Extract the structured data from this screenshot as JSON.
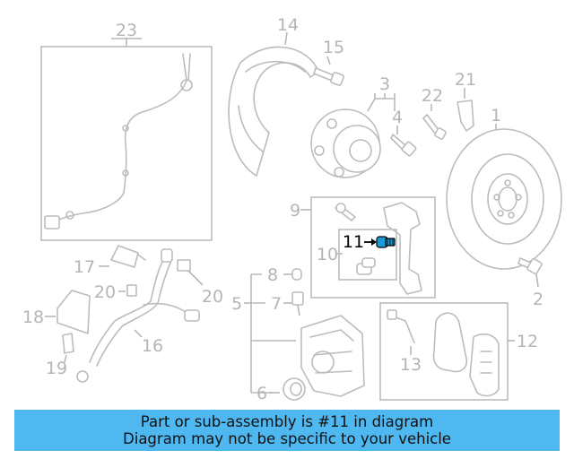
{
  "diagram": {
    "callouts": [
      {
        "id": "1",
        "label": "1"
      },
      {
        "id": "2",
        "label": "2"
      },
      {
        "id": "3",
        "label": "3"
      },
      {
        "id": "4",
        "label": "4"
      },
      {
        "id": "5",
        "label": "5"
      },
      {
        "id": "6",
        "label": "6"
      },
      {
        "id": "7",
        "label": "7"
      },
      {
        "id": "8",
        "label": "8"
      },
      {
        "id": "9",
        "label": "9"
      },
      {
        "id": "10",
        "label": "10"
      },
      {
        "id": "11",
        "label": "11"
      },
      {
        "id": "12",
        "label": "12"
      },
      {
        "id": "13",
        "label": "13"
      },
      {
        "id": "14",
        "label": "14"
      },
      {
        "id": "15",
        "label": "15"
      },
      {
        "id": "16",
        "label": "16"
      },
      {
        "id": "17",
        "label": "17"
      },
      {
        "id": "18",
        "label": "18"
      },
      {
        "id": "19",
        "label": "19"
      },
      {
        "id": "20a",
        "label": "20"
      },
      {
        "id": "20b",
        "label": "20"
      },
      {
        "id": "21",
        "label": "21"
      },
      {
        "id": "22",
        "label": "22"
      },
      {
        "id": "23",
        "label": "23"
      }
    ],
    "highlighted_part": "11",
    "highlight_color": "#1a9ad6"
  },
  "banner": {
    "line1": "Part or sub-assembly is #11 in diagram",
    "line2": "Diagram may not be specific to your vehicle",
    "color": "#4fb8f0"
  }
}
